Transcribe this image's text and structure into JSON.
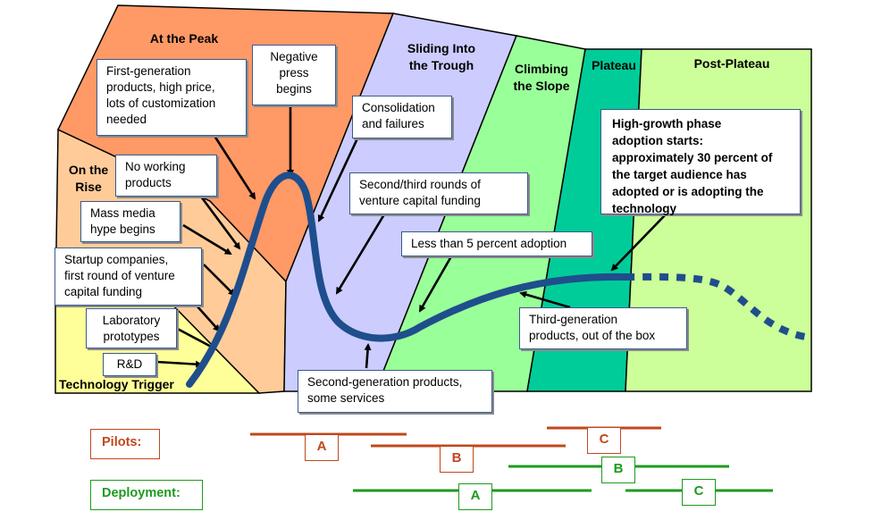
{
  "phases": {
    "trigger": "Technology Trigger",
    "rise": "On the\nRise",
    "peak": "At the Peak",
    "trough": "Sliding Into\nthe Trough",
    "slope": "Climbing\nthe Slope",
    "plateau": "Plateau",
    "post_plateau": "Post-Plateau"
  },
  "callouts": {
    "first_generation": "First-generation\nproducts, high price,\nlots of customization\nneeded",
    "negative_press": "Negative\npress\nbegins",
    "consolidation": "Consolidation\nand failures",
    "no_working_products": "No working\nproducts",
    "mass_media": "Mass media\nhype begins",
    "startup_companies": "Startup companies,\nfirst round of venture\ncapital funding",
    "laboratory_prototypes": "Laboratory\nprototypes",
    "rnd": "R&D",
    "venture_rounds": "Second/third rounds of\nventure capital funding",
    "less_than_5": "Less than 5 percent adoption",
    "high_growth": "High-growth phase\nadoption starts:\napproximately 30 percent of\nthe target audience has\nadopted or is adopting the\ntechnology",
    "third_generation": "Third-generation\nproducts, out of the box",
    "second_generation": "Second-generation products,\nsome services"
  },
  "rows": {
    "pilots_label": "Pilots:",
    "deployment_label": "Deployment:"
  },
  "tags": {
    "pilot_a": "A",
    "pilot_b": "B",
    "pilot_c": "C",
    "deploy_a": "A",
    "deploy_b": "B",
    "deploy_c": "C"
  },
  "colors": {
    "trigger": "#ffff99",
    "rise": "#ffcc99",
    "peak": "#ff9966",
    "trough": "#ccccff",
    "slope": "#99ff99",
    "plateau": "#00cc99",
    "post_plateau": "#ccff99",
    "curve": "#1f4e8c",
    "pilots": "#c0481c",
    "deployment": "#1e9a1e"
  }
}
